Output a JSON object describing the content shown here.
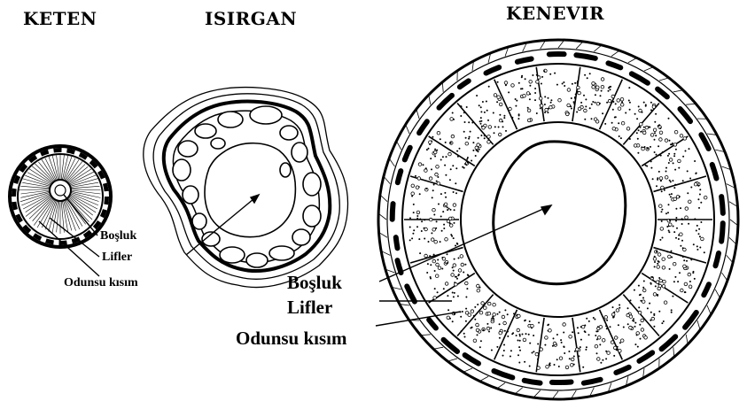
{
  "panels": {
    "keten": {
      "title": "KETEN",
      "labels": {
        "cavity": "Boşluk",
        "fibers": "Lifler",
        "woody": "Odunsu kısım"
      }
    },
    "isirgan": {
      "title": "ISIRGAN"
    },
    "kenevir": {
      "title": "KENEVIR",
      "labels": {
        "cavity": "Boşluk",
        "fibers": "Lifler",
        "woody": "Odunsu kısım"
      }
    }
  }
}
